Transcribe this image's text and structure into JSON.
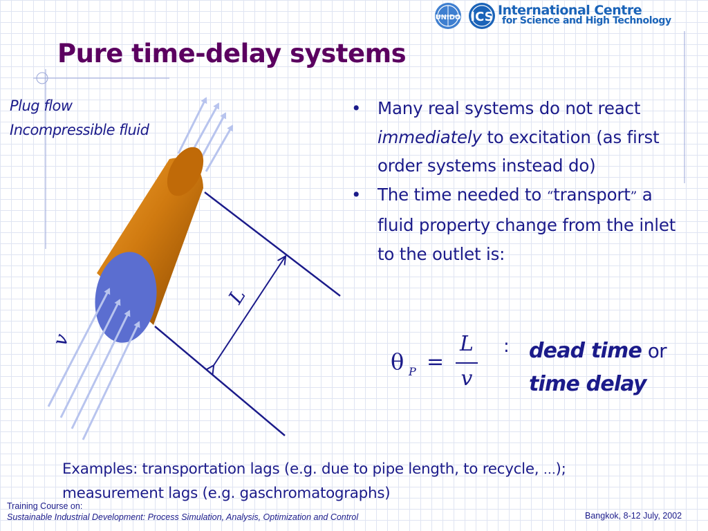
{
  "logo": {
    "line1": "International Centre",
    "line2": "for Science and High Technology",
    "badges": [
      "unido-icon",
      "ics-icon"
    ]
  },
  "title": "Pure time-delay systems",
  "labels": {
    "plug_flow": "Plug flow",
    "incompressible": "Incompressible fluid",
    "length": "L",
    "velocity": "v"
  },
  "bullets": {
    "b1_a": "Many real systems do not react ",
    "b1_em": "immediately",
    "b1_b": " to excitation (as first order systems instead do)",
    "b2_a": "The time needed to ",
    "b2_q_open": "“",
    "b2_word": "transport",
    "b2_q_close": "”",
    "b2_b": " a fluid property change from the inlet to the outlet is:"
  },
  "formula": {
    "symbol": "θ",
    "subscript": "P",
    "equals": "=",
    "numerator": "L",
    "denominator": "v"
  },
  "definition": {
    "colon": ":",
    "term1": "dead time",
    "or": "or",
    "term2": "time delay"
  },
  "examples": {
    "line1_a": "Examples: transportation lags (e.g. due to pipe length, to recycle, ",
    "ellipsis": "…",
    "line1_b": ");",
    "line2": "measurement lags (e.g. gaschromatographs)"
  },
  "footer": {
    "course_label": "Training Course on:",
    "course_name": "Sustainable Industrial Development: Process Simulation, Analysis, Optimization and Control",
    "location_date": "Bangkok, 8-12 July, 2002"
  },
  "colors": {
    "title": "#5b0060",
    "text": "#1b1b8a",
    "pipe_body": "#d07a10",
    "pipe_face": "#5b6ed0",
    "flow_arrows": "#b8c4ee"
  }
}
